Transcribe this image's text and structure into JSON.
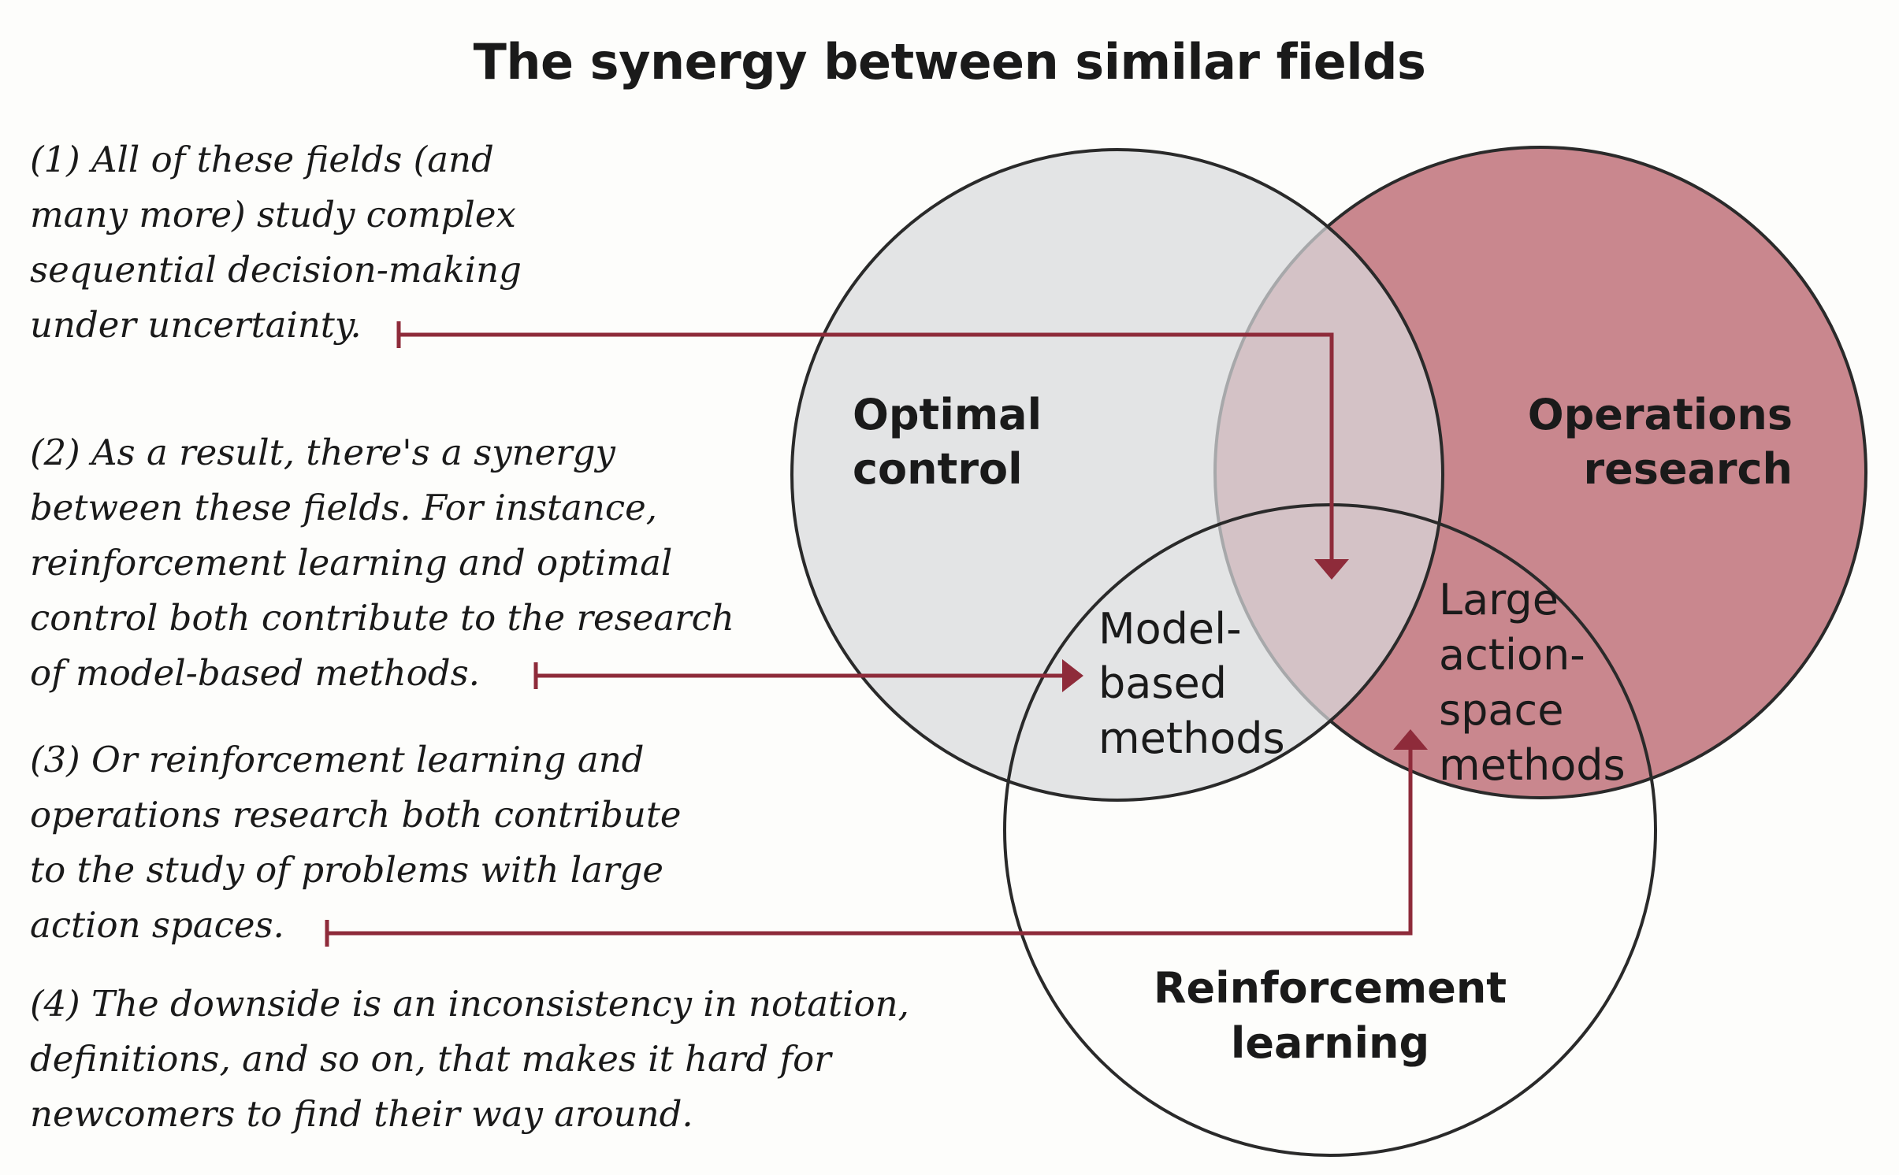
{
  "title": "The synergy between similar fields",
  "notes": [
    {
      "text": "(1) All of these fields (and\nmany more) study complex\nsequential decision-making\nunder uncertainty."
    },
    {
      "text": "(2) As a result, there's a synergy\nbetween these fields. For instance,\nreinforcement learning and optimal\ncontrol both contribute to the research\nof model-based methods."
    },
    {
      "text": "(3) Or reinforcement learning and\noperations research both contribute\nto the study of problems with large\naction spaces."
    },
    {
      "text": "(4) The downside is an inconsistency in notation,\ndefinitions, and so on, that makes it hard for\nnewcomers to find their way around."
    }
  ],
  "circles": {
    "optimal_control": {
      "line1": "Optimal",
      "line2": "control",
      "fill": "#d8d9dc"
    },
    "operations_research": {
      "line1": "Operations",
      "line2": "research",
      "fill": "#c9878e"
    },
    "reinforcement_learning": {
      "line1": "Reinforcement",
      "line2": "learning",
      "fill": "none"
    }
  },
  "regions": {
    "model_based": [
      "Model-",
      "based",
      "methods"
    ],
    "large_action": [
      "Large",
      "action-",
      "space",
      "methods"
    ]
  },
  "colors": {
    "arrow": "#8e2b3a",
    "outline": "#2a2a2a",
    "text": "#1a1a1a"
  }
}
